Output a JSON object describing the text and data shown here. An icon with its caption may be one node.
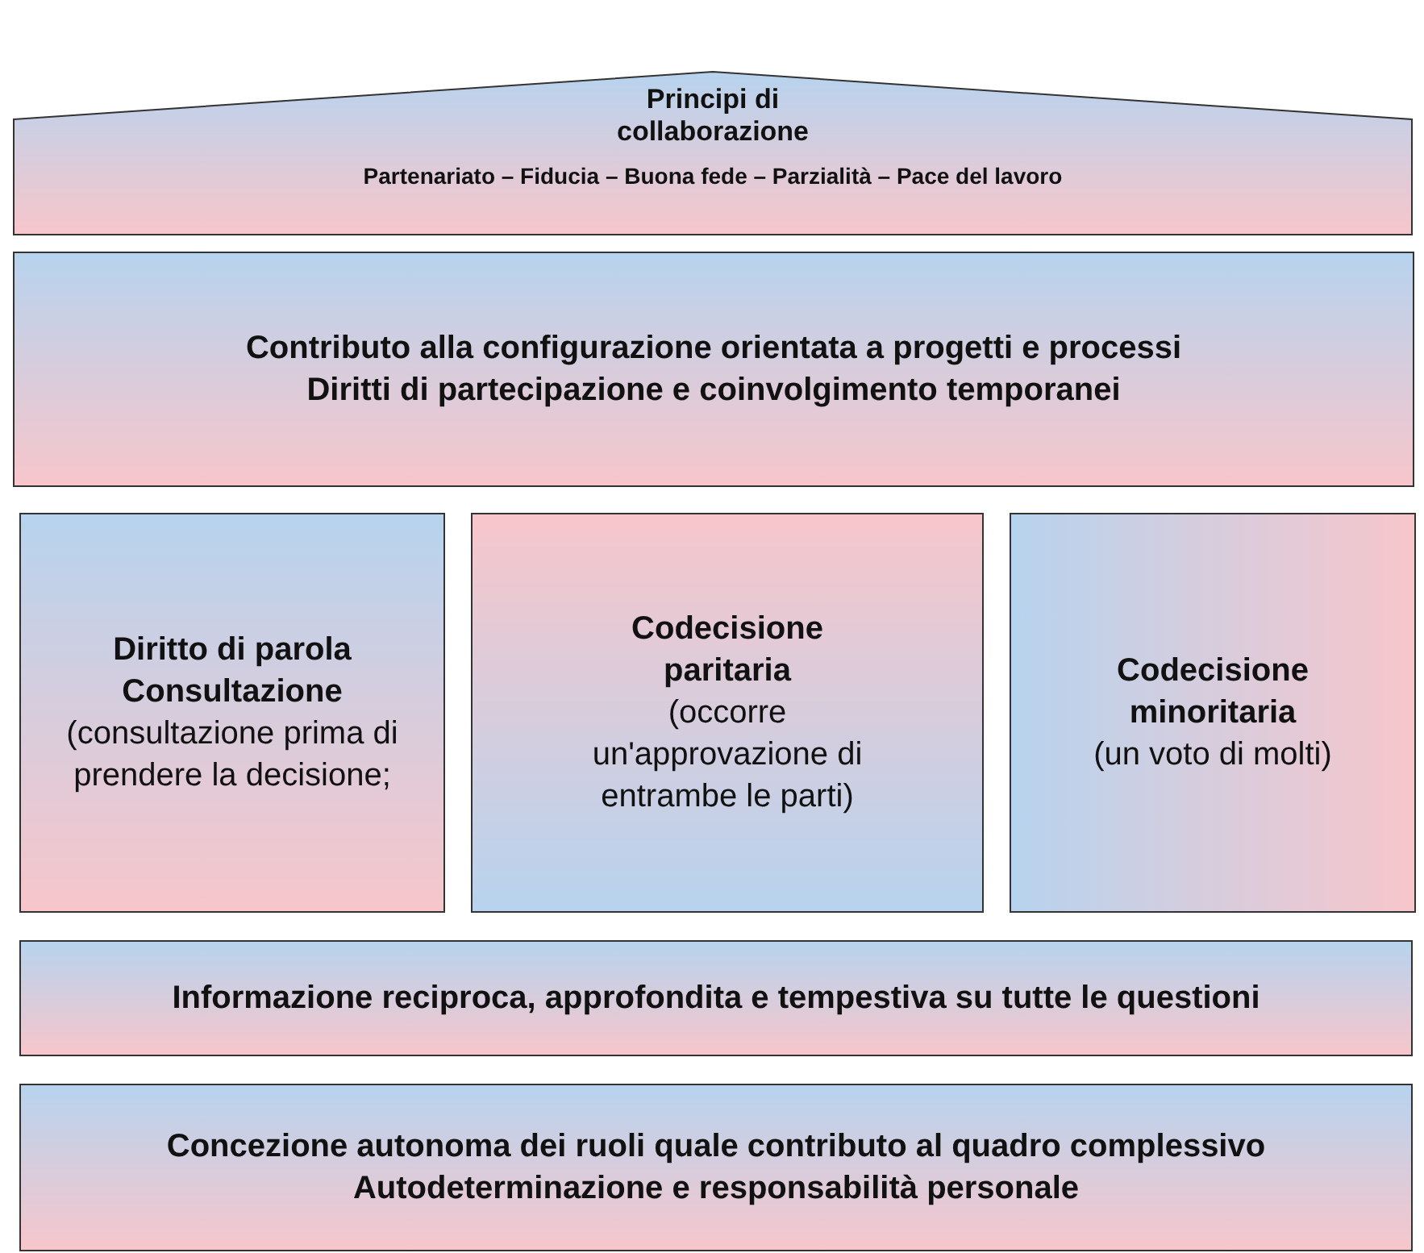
{
  "diagram": {
    "nodes": [
      {
        "text": [
          "Principi di collaborazione",
          "Partenariato – Fiducia – Buona fede – Parzialità – Pace del lavoro"
        ]
      },
      {
        "text": [
          "Contributo alla configurazione orientata a progetti e processi",
          "Diritti di partecipazione e coinvolgimento temporanei"
        ]
      },
      {
        "text": [
          "Diritto di parola Consultazione",
          "(consultazione prima di prendere la decisione;"
        ]
      },
      {
        "text": [
          "Codecisione paritaria",
          "(occorre un'approvazione di entrambe le parti)"
        ]
      },
      {
        "text": [
          "Codecisione minoritaria",
          "(un voto di molti)"
        ]
      },
      {
        "text": [
          "Informazione reciproca, approfondita e tempestiva su tutte le questioni"
        ]
      },
      {
        "text": [
          "Concezione autonoma dei ruoli quale contributo al quadro complessivo Autodeterminazione e responsabilità personale"
        ]
      }
    ]
  }
}
